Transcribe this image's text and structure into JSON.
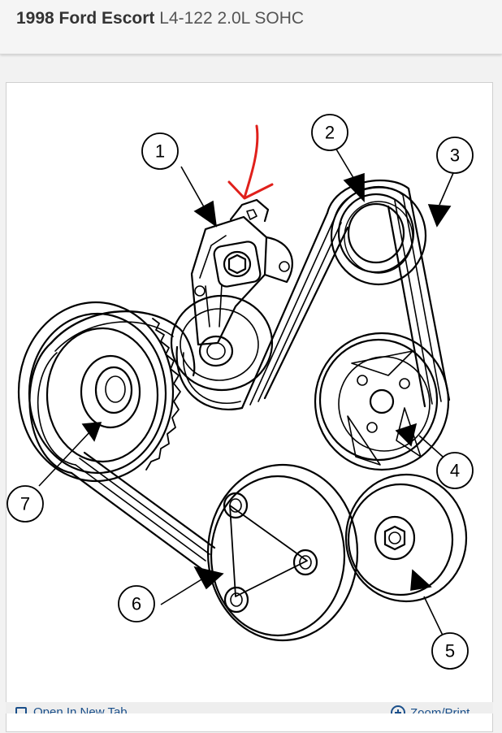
{
  "header": {
    "vehicle": "1998 Ford Escort",
    "engine": "L4-122 2.0L SOHC"
  },
  "diagram": {
    "callouts": [
      "1",
      "2",
      "3",
      "4",
      "5",
      "6",
      "7"
    ],
    "annotation_color": "#e0201b"
  },
  "footer": {
    "open_tab_label": "Open In New Tab",
    "zoom_label": "Zoom/Print"
  }
}
